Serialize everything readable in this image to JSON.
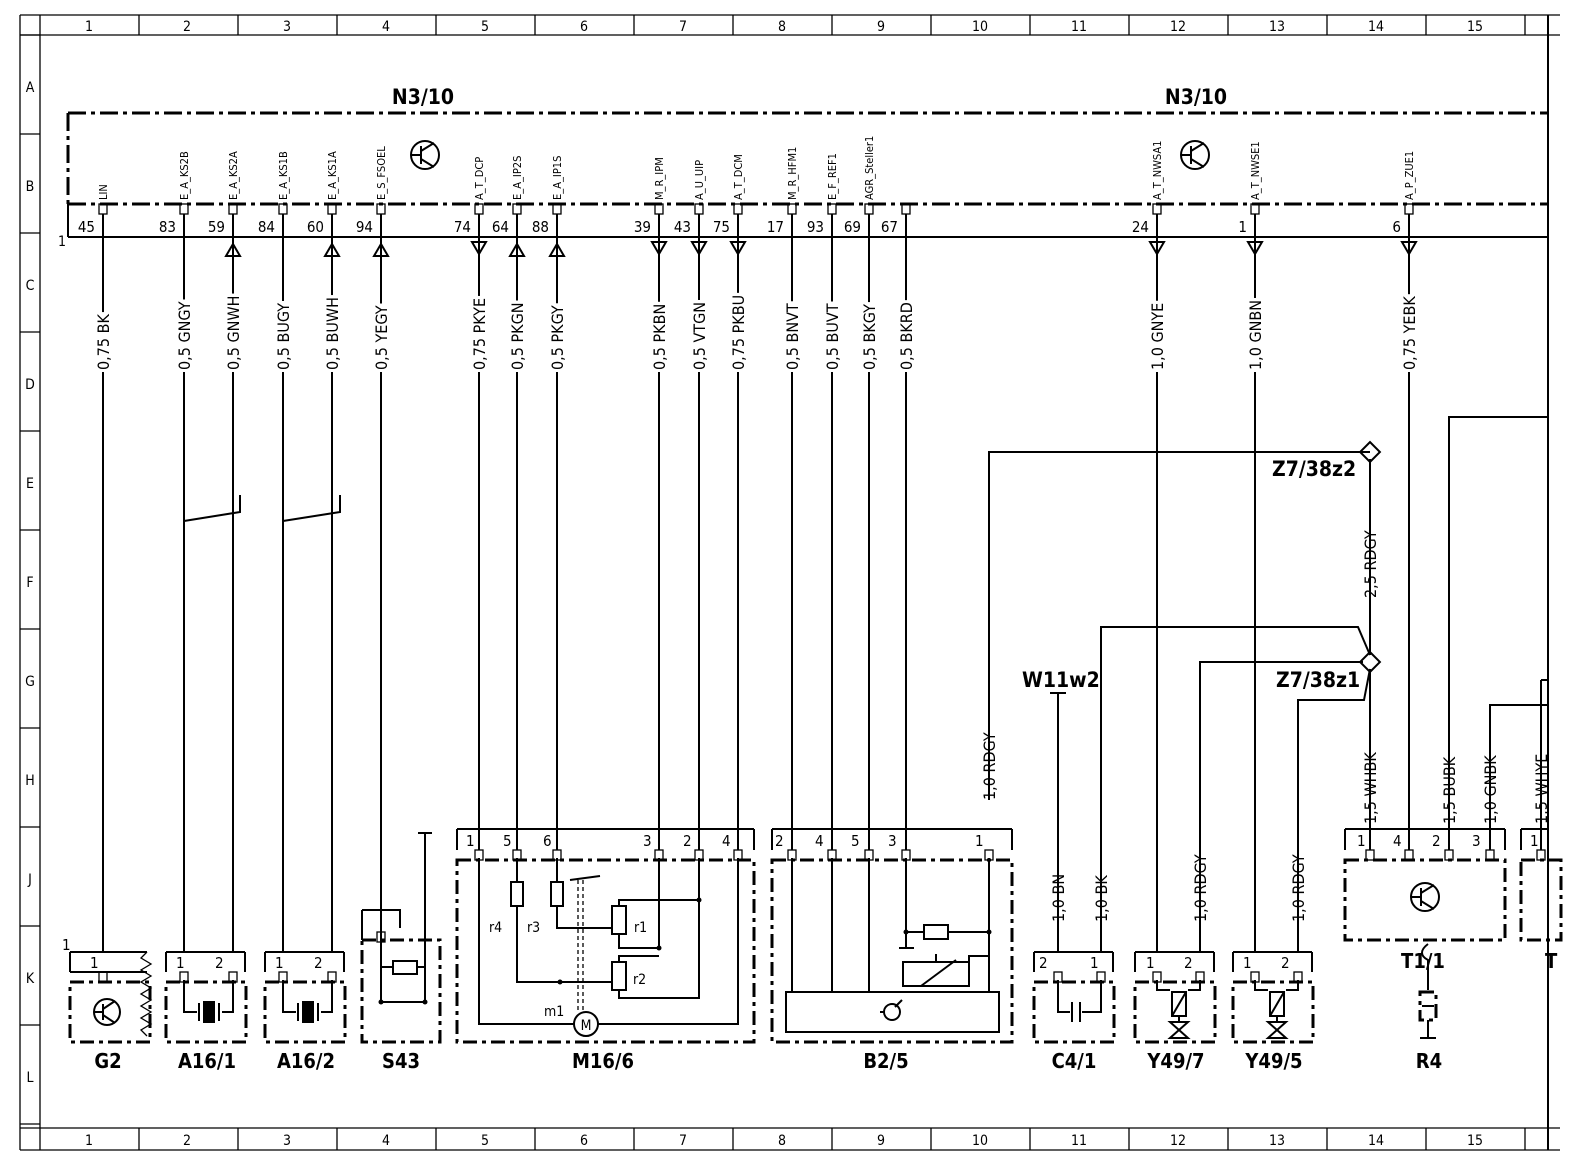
{
  "grid": {
    "columns": [
      "1",
      "2",
      "3",
      "4",
      "5",
      "6",
      "7",
      "8",
      "9",
      "10",
      "11",
      "12",
      "13",
      "14",
      "15"
    ],
    "rows": [
      "A",
      "B",
      "C",
      "D",
      "E",
      "F",
      "G",
      "H",
      "J",
      "K",
      "L"
    ]
  },
  "control_unit": {
    "label_left": "N3/10",
    "label_right": "N3/10",
    "bus_label": "1"
  },
  "pins": [
    {
      "id": "p45",
      "num": "45",
      "sig": "LIN",
      "wire": "0,75 BK"
    },
    {
      "id": "p83",
      "num": "83",
      "sig": "E_A_KS2B",
      "wire": "0,5 GNGY"
    },
    {
      "id": "p59",
      "num": "59",
      "sig": "E_A_KS2A",
      "wire": "0,5 GNWH"
    },
    {
      "id": "p84",
      "num": "84",
      "sig": "E_A_KS1B",
      "wire": "0,5 BUGY"
    },
    {
      "id": "p60",
      "num": "60",
      "sig": "E_A_KS1A",
      "wire": "0,5 BUWH"
    },
    {
      "id": "p94",
      "num": "94",
      "sig": "E_S_FSOEL",
      "wire": "0,5 YEGY"
    },
    {
      "id": "p74",
      "num": "74",
      "sig": "A_T_DCP",
      "wire": "0,75 PKYE"
    },
    {
      "id": "p64",
      "num": "64",
      "sig": "E_A_IP2S",
      "wire": "0,5 PKGN"
    },
    {
      "id": "p88",
      "num": "88",
      "sig": "E_A_IP1S",
      "wire": "0,5 PKGY"
    },
    {
      "id": "p39",
      "num": "39",
      "sig": "M_R_IPM",
      "wire": "0,5 PKBN"
    },
    {
      "id": "p43",
      "num": "43",
      "sig": "A_U_UIP",
      "wire": "0,5 VTGN"
    },
    {
      "id": "p75",
      "num": "75",
      "sig": "A_T_DCM",
      "wire": "0,75 PKBU"
    },
    {
      "id": "p17",
      "num": "17",
      "sig": "M_R_HFM1",
      "wire": "0,5 BNVT"
    },
    {
      "id": "p93",
      "num": "93",
      "sig": "E_F_REF1",
      "wire": "0,5 BUVT"
    },
    {
      "id": "p69",
      "num": "69",
      "sig": "AGR_Steller1",
      "wire": "0,5 BKGY"
    },
    {
      "id": "p67",
      "num": "67",
      "sig": "",
      "wire": "0,5 BKRD"
    },
    {
      "id": "p24",
      "num": "24",
      "sig": "A_T_NWSA1",
      "wire": "1,0 GNYE"
    },
    {
      "id": "p1",
      "num": "1",
      "sig": "A_T_NWSE1",
      "wire": "1,0 GNBN"
    },
    {
      "id": "p6",
      "num": "6",
      "sig": "A_P_ZUE1",
      "wire": "0,75 YEBK"
    }
  ],
  "components": {
    "G2": "G2",
    "A16_1": "A16/1",
    "A16_2": "A16/2",
    "S43": "S43",
    "M16_6": "M16/6",
    "B2_5": "B2/5",
    "C4_1": "C4/1",
    "Y49_7": "Y49/7",
    "Y49_5": "Y49/5",
    "T1_1": "T1/1",
    "R4": "R4"
  },
  "connector_labels": {
    "g2_pin1": "1",
    "g2_corner": "1",
    "a161_pin1": "1",
    "a161_pin2": "2",
    "a162_pin1": "1",
    "a162_pin2": "2",
    "m166_1": "1",
    "m166_5": "5",
    "m166_6": "6",
    "m166_3": "3",
    "m166_2": "2",
    "m166_4": "4",
    "b25_2": "2",
    "b25_4": "4",
    "b25_5": "5",
    "b25_3": "3",
    "b25_1": "1",
    "c41_2": "2",
    "c41_1": "1",
    "y497_1": "1",
    "y497_2": "2",
    "y495_1": "1",
    "y495_2": "2",
    "t11_1": "1",
    "t11_4": "4",
    "t11_2": "2",
    "t11_3": "3",
    "t1x_1": "1"
  },
  "inner_labels": {
    "r1": "r1",
    "r2": "r2",
    "r3": "r3",
    "r4": "r4",
    "m1": "m1",
    "motor": "M"
  },
  "nodes": {
    "z2": "Z7/38z2",
    "z1": "Z7/38z1",
    "w11": "W11w2"
  },
  "extra_wires": {
    "b25_pin1": "1,0 RDGY",
    "z2_z1": "2,5 RDGY",
    "c41_pin2": "1,0 BN",
    "c41_pin1": "1,0 BK",
    "y497_pin2": "1,0 RDGY",
    "y495_pin2": "1,0 RDGY",
    "t11_pin1": "1,5 WHBK",
    "t11_pin2": "1,5 BUBK",
    "t11_pin3": "1,0 GNBK",
    "t1x_pin1": "1,5 WHYE"
  },
  "cut_off_labels": {
    "t1_next": "T"
  }
}
